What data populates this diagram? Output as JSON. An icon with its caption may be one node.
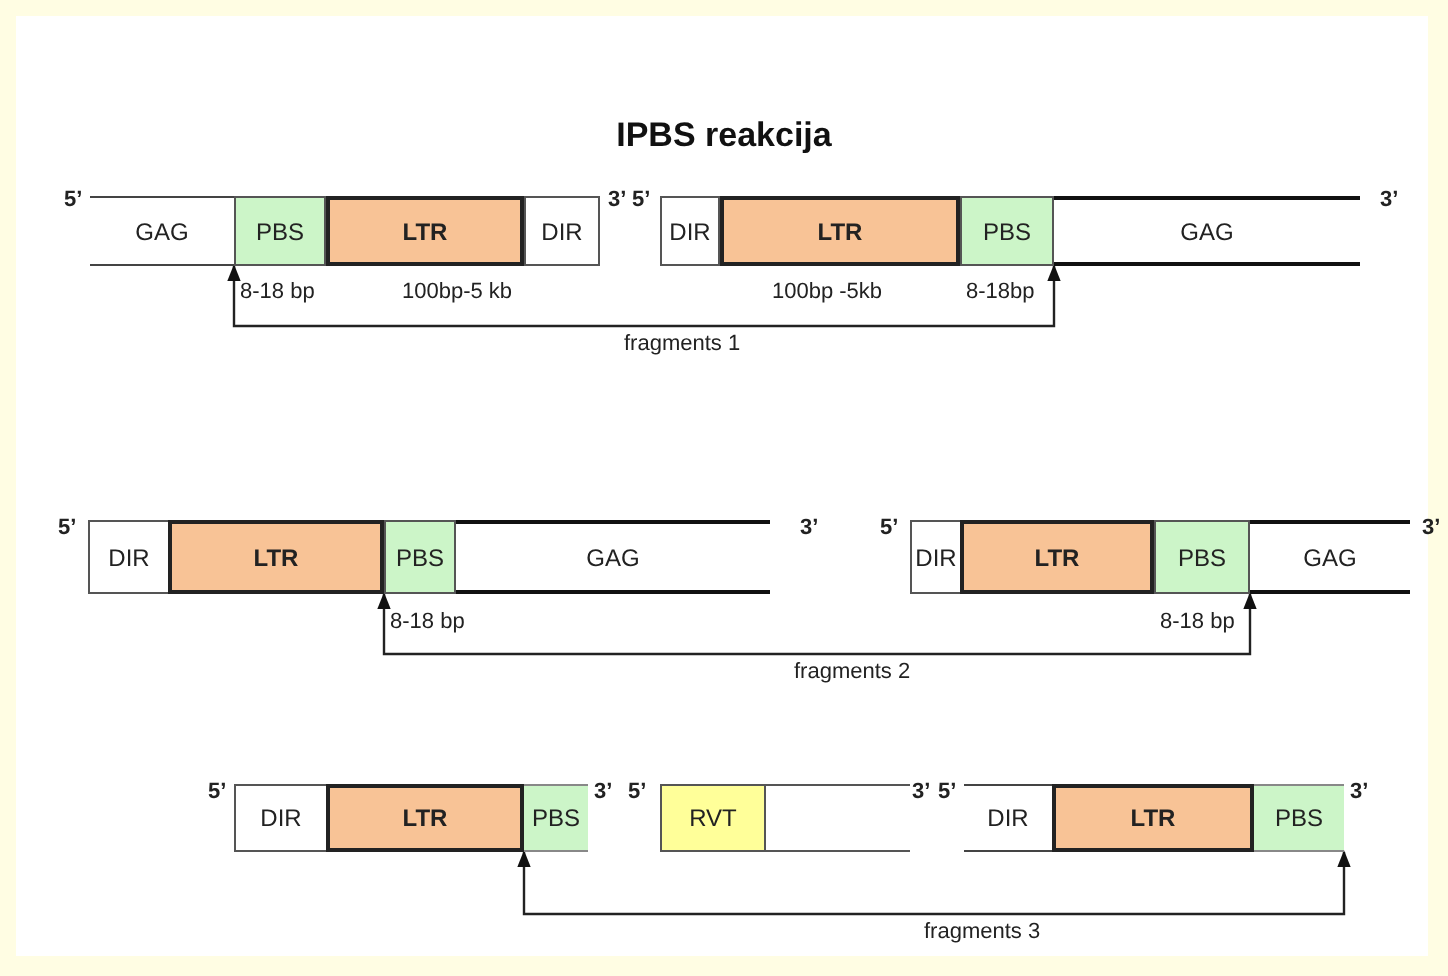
{
  "diagram": {
    "title": "IPBS reakcija",
    "nodes": [
      {
        "text": [
          "GAG"
        ]
      },
      {
        "text": [
          "PBS"
        ]
      },
      {
        "text": [
          "LTR"
        ]
      },
      {
        "text": [
          "DIR"
        ]
      },
      {
        "text": [
          "DIR"
        ]
      },
      {
        "text": [
          "LTR"
        ]
      },
      {
        "text": [
          "PBS"
        ]
      },
      {
        "text": [
          "GAG"
        ]
      },
      {
        "text": [
          "DIR"
        ]
      },
      {
        "text": [
          "LTR"
        ]
      },
      {
        "text": [
          "PBS"
        ]
      },
      {
        "text": [
          "GAG"
        ]
      },
      {
        "text": [
          "DIR"
        ]
      },
      {
        "text": [
          "LTR"
        ]
      },
      {
        "text": [
          "PBS"
        ]
      },
      {
        "text": [
          "GAG"
        ]
      },
      {
        "text": [
          "DIR"
        ]
      },
      {
        "text": [
          "LTR"
        ]
      },
      {
        "text": [
          "PBS"
        ]
      },
      {
        "text": [
          "RVT"
        ]
      },
      {
        "text": [
          "DIR"
        ]
      },
      {
        "text": [
          "LTR"
        ]
      },
      {
        "text": [
          "PBS"
        ]
      }
    ],
    "edges": [
      {
        "from": 1,
        "to": 6,
        "arrow": "both",
        "label": "fragments 1"
      },
      {
        "from": 10,
        "to": 14,
        "arrow": "both",
        "label": "fragments 2"
      },
      {
        "from": 18,
        "to": 22,
        "arrow": "both",
        "label": "fragments 3"
      }
    ],
    "labels": [
      "5’",
      "3’",
      "5’",
      "3’",
      "8-18 bp",
      "100bp-5 kb",
      "100bp -5kb",
      "8-18bp",
      "5’",
      "3’",
      "5’",
      "3’",
      "8-18 bp",
      "8-18 bp",
      "5’",
      "3’",
      "5’",
      "3’",
      "5’",
      "3’"
    ]
  }
}
